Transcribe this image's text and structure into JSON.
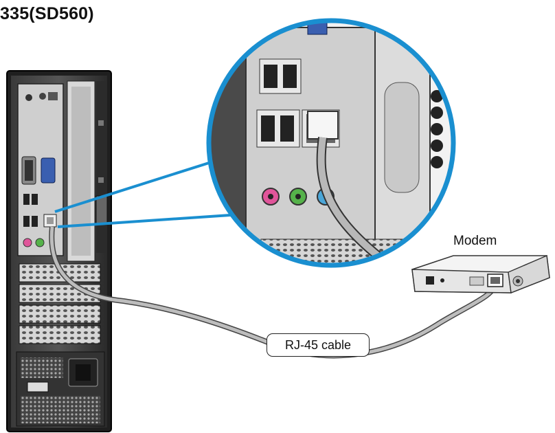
{
  "figure": {
    "title": "335(SD560)",
    "device_label": "Modem",
    "cable_label": "RJ-45 cable"
  },
  "icons": {
    "computer": "desktop-tower-rear-icon",
    "modem": "modem-icon",
    "magnifier": "zoom-callout-icon"
  },
  "colors": {
    "callout_ring": "#1a8fd0",
    "cable": "#b8b8b8",
    "tower_dark": "#2b2b2b",
    "audio_pink": "#e0559a",
    "audio_green": "#55b24a",
    "audio_blue": "#4aa6d8",
    "vga_blue": "#3a5fb0"
  }
}
